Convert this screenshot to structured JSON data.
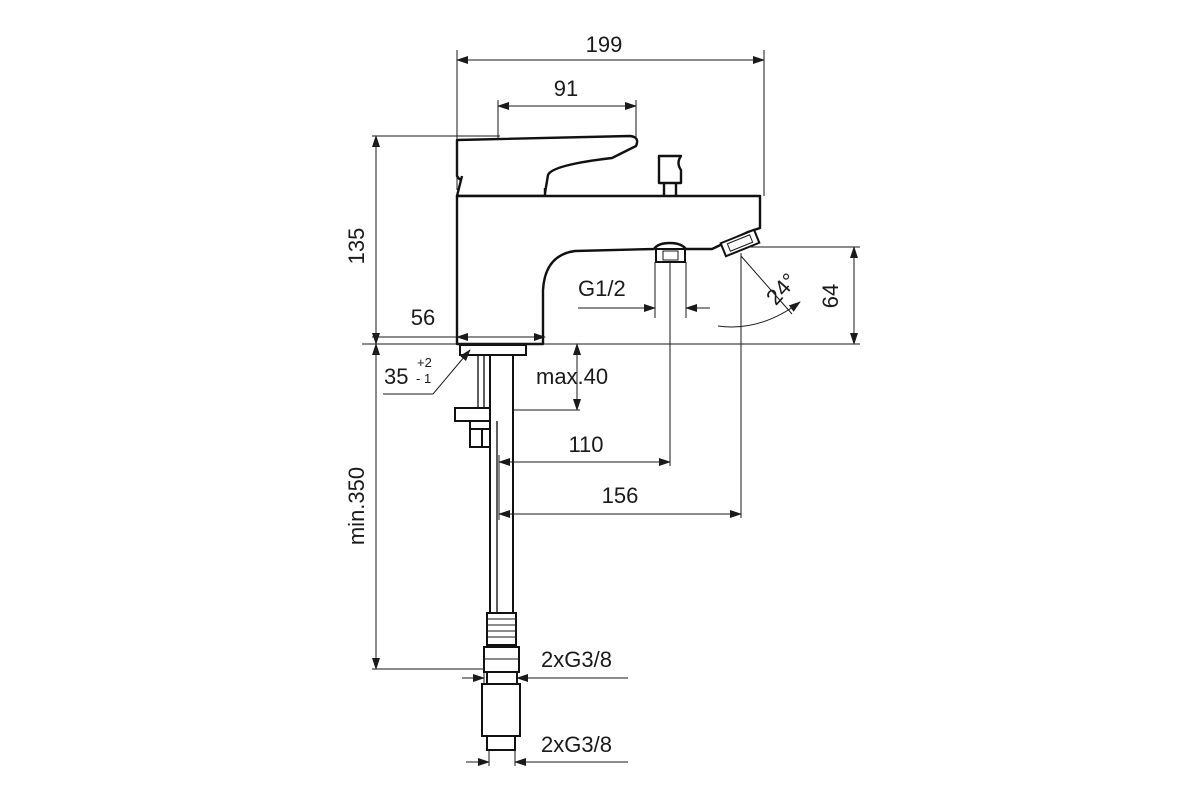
{
  "dimensions": {
    "overall_width": "199",
    "lever_width": "91",
    "height": "135",
    "base_width": "56",
    "tolerance_nominal": "35",
    "tolerance_plus": "+2",
    "tolerance_minus": "- 1",
    "max_deck": "max.40",
    "thread_spout": "G1/2",
    "spout_angle": "24°",
    "spout_height": "64",
    "reach_110": "110",
    "reach_156": "156",
    "hose_length": "min.350",
    "thread_upper": "2xG3/8",
    "thread_lower": "2xG3/8"
  }
}
